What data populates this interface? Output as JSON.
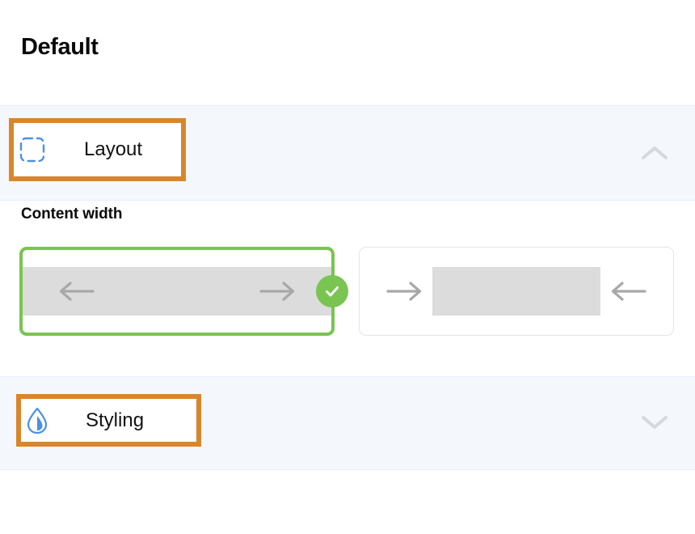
{
  "page": {
    "title": "Default"
  },
  "sections": [
    {
      "id": "layout",
      "label": "Layout",
      "icon": "dashed-square-icon",
      "expanded": true,
      "chevron": "chevron-up-icon",
      "highlighted": true
    },
    {
      "id": "styling",
      "label": "Styling",
      "icon": "droplet-icon",
      "expanded": false,
      "chevron": "chevron-down-icon",
      "highlighted": true
    }
  ],
  "content_width": {
    "label": "Content width",
    "options": [
      {
        "id": "full-width",
        "name": "full-width-option",
        "selected": true,
        "left_arrow": "arrow-left-icon",
        "right_arrow": "arrow-right-icon",
        "badge": "check-icon"
      },
      {
        "id": "boxed-width",
        "name": "boxed-width-option",
        "selected": false,
        "left_arrow": "arrow-right-icon",
        "right_arrow": "arrow-left-icon"
      }
    ]
  },
  "colors": {
    "annotation": "#d9862b",
    "selected": "#7ac451",
    "icon_blue": "#4a90e8",
    "band_bg": "#f4f8fd",
    "preview_gray": "#dcdcdc",
    "chevron_gray": "#d5d9dd"
  }
}
